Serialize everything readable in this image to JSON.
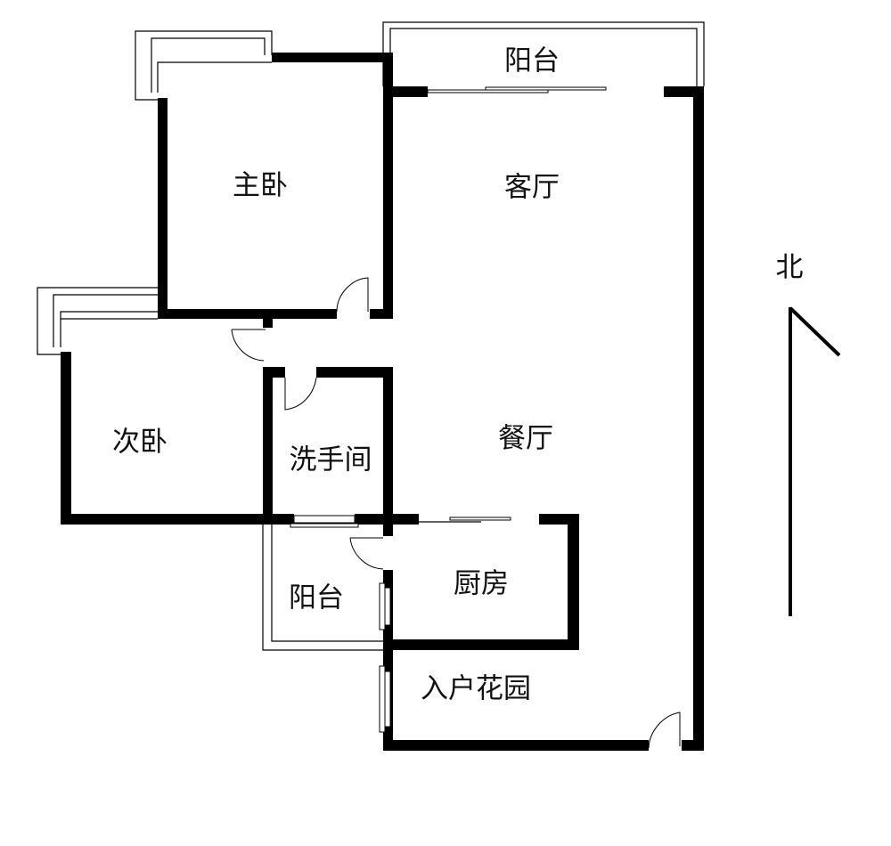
{
  "plan": {
    "rooms": {
      "balcony_north": "阳台",
      "master_bedroom": "主卧",
      "living_room": "客厅",
      "second_bedroom": "次卧",
      "bathroom": "洗手间",
      "dining_room": "餐厅",
      "kitchen": "厨房",
      "balcony_west": "阳台",
      "entry_garden": "入户花园"
    },
    "compass": {
      "label": "北"
    }
  },
  "colors": {
    "wall": "#000000",
    "background": "#ffffff"
  }
}
